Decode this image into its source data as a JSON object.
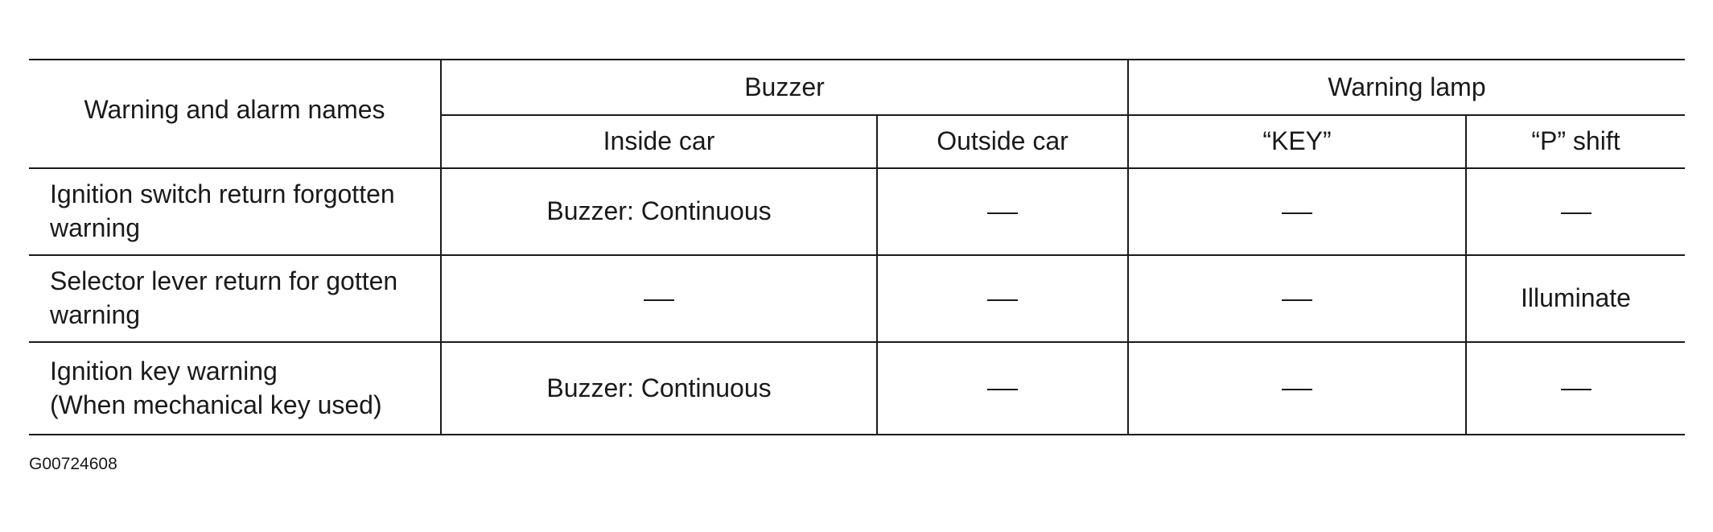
{
  "table": {
    "header": {
      "name_col": "Warning and alarm names",
      "group_buzzer": "Buzzer",
      "group_lamp": "Warning lamp",
      "sub_inside": "Inside car",
      "sub_outside": "Outside car",
      "sub_key": "“KEY”",
      "sub_p_shift": "“P” shift"
    },
    "rows": [
      {
        "name_line1": "Ignition switch return forgotten",
        "name_line2": "warning",
        "inside": "Buzzer: Continuous",
        "outside": "—",
        "key": "—",
        "p_shift": "—"
      },
      {
        "name_line1": "Selector lever return for gotten",
        "name_line2": "warning",
        "inside": "—",
        "outside": "—",
        "key": "—",
        "p_shift": "Illuminate"
      },
      {
        "name_line1": "Ignition key warning",
        "name_line2": "(When mechanical key used)",
        "inside": "Buzzer: Continuous",
        "outside": "—",
        "key": "—",
        "p_shift": "—"
      }
    ]
  },
  "figure_id": "G00724608",
  "dash_icon": "em-dash-icon"
}
